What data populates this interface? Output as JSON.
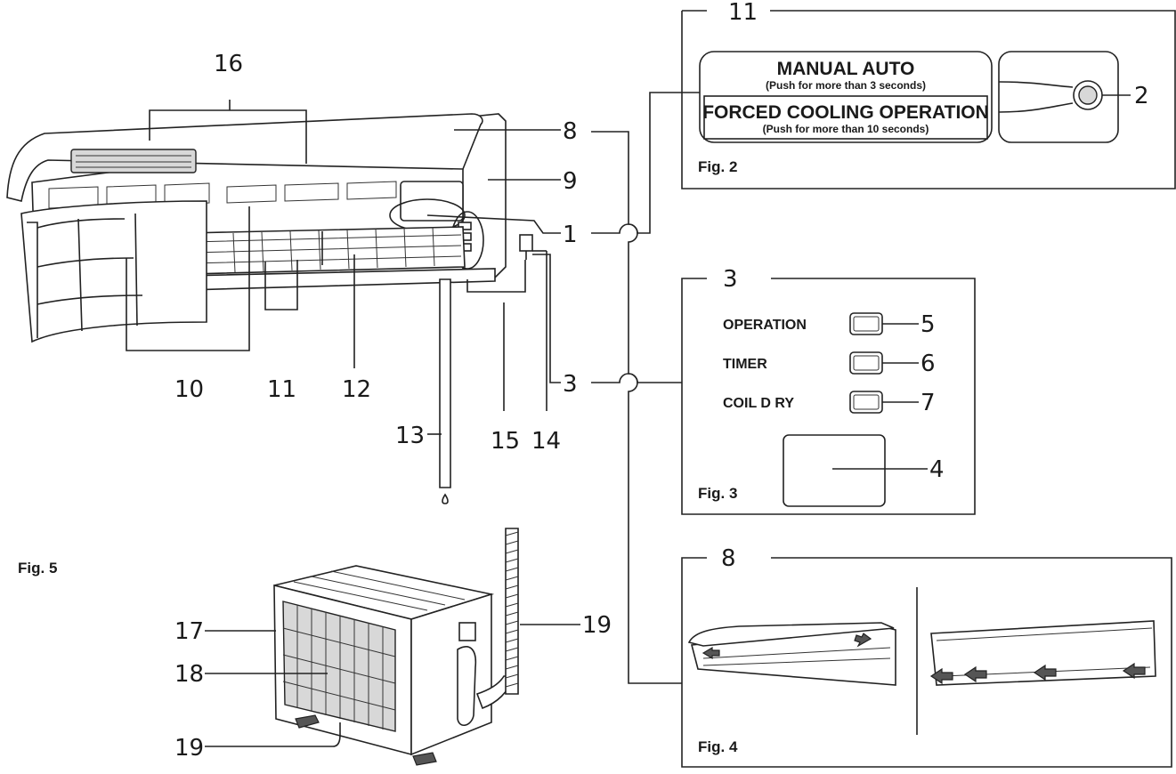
{
  "callouts": {
    "n1": "1",
    "n2": "2",
    "n3": "3",
    "n4": "4",
    "n5": "5",
    "n6": "6",
    "n7": "7",
    "n8": "8",
    "n9": "9",
    "n10": "10",
    "n11": "11",
    "n12": "12",
    "n13": "13",
    "n14": "14",
    "n15": "15",
    "n16": "16",
    "n17": "17",
    "n18": "18",
    "n19": "19"
  },
  "fig2": {
    "number": "11",
    "caption": "Fig. 2",
    "label_top_main": "MANUAL AUTO",
    "label_top_sub": "(Push for more than 3 seconds)",
    "label_bottom_main": "FORCED COOLING OPERATION",
    "label_bottom_sub": "(Push for more than 10 seconds)"
  },
  "fig3": {
    "number": "3",
    "caption": "Fig. 3",
    "operation": "OPERATION",
    "timer": "TIMER",
    "coil_dry": "COIL D   RY"
  },
  "fig4": {
    "number": "8",
    "caption": "Fig. 4"
  },
  "fig5": {
    "caption": "Fig. 5"
  }
}
